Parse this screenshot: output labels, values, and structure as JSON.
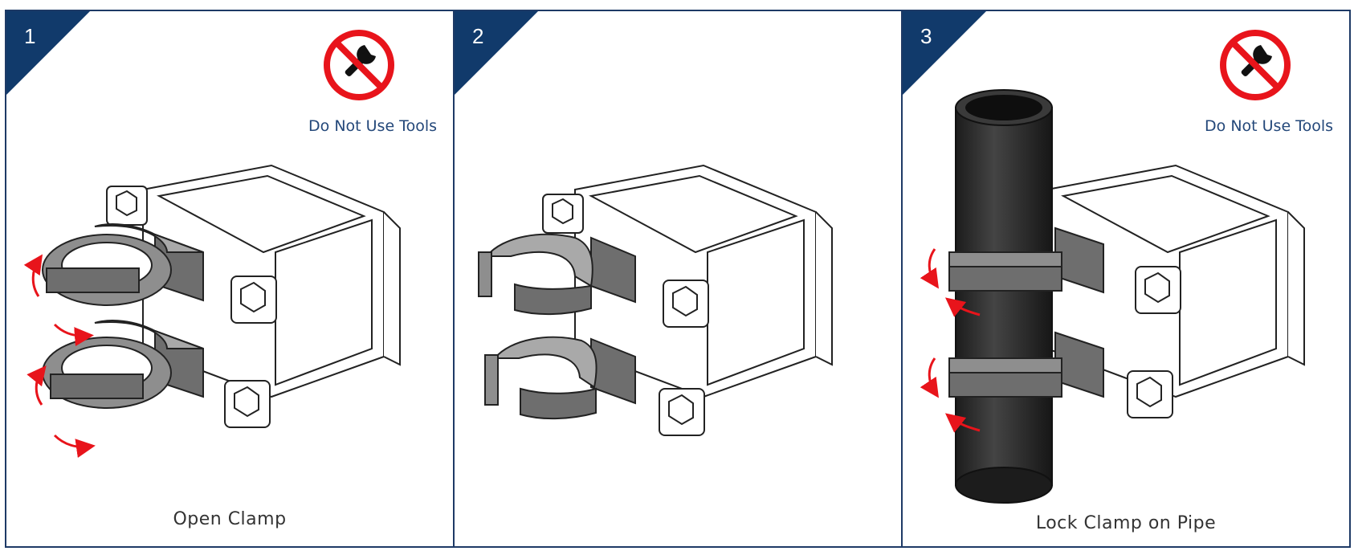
{
  "panels": [
    {
      "step": "1",
      "caption": "Open Clamp",
      "warning": "Do Not Use Tools"
    },
    {
      "step": "2",
      "caption": ""
    },
    {
      "step": "3",
      "caption": "Lock Clamp on Pipe",
      "warning": "Do Not Use Tools"
    }
  ],
  "colors": {
    "border": "#1e3a66",
    "corner": "#113a6b",
    "warning_text": "#24487a",
    "prohibition": "#e8141b",
    "clamp_dark": "#6e6e6e",
    "clamp_light": "#a9a9a9",
    "pipe": "#2b2b2b",
    "arrow": "#e8141b"
  },
  "icons": [
    "no-tools-icon",
    "wrench-icon"
  ]
}
